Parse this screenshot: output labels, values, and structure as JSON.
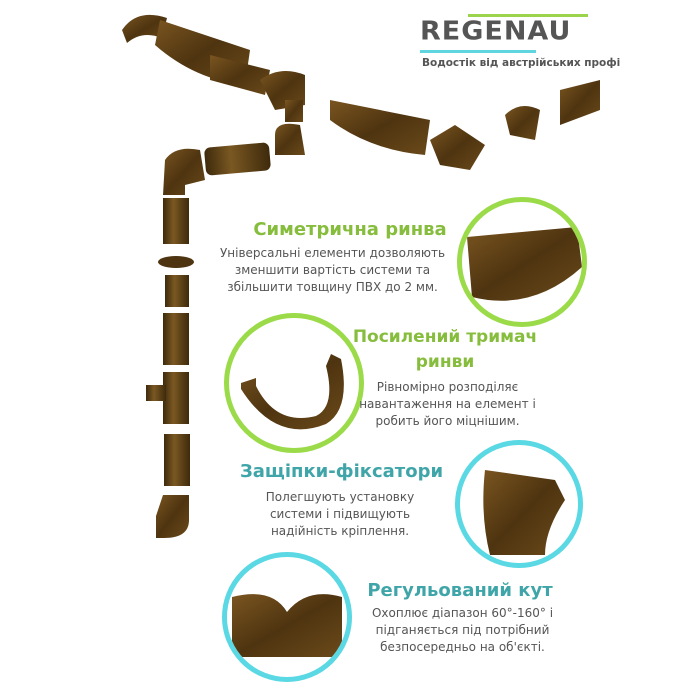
{
  "brand": {
    "logo_text": "REGENAU",
    "tagline": "Водостік від австрійських профі",
    "accent_green": "#9bdb4a",
    "accent_cyan": "#5ad8e3",
    "product_color": "#5a3d14"
  },
  "features": [
    {
      "title": "Симетрична ринва",
      "text": [
        "Універсальні елементи дозволяють",
        "зменшити вартість системи та",
        "збільшити товщину ПВХ до 2 мм."
      ],
      "ring": "green"
    },
    {
      "title": [
        "Посилений тримач",
        "ринви"
      ],
      "text": [
        "Рівномірно розподіляє",
        "навантаження на елемент і",
        "робить його міцнішим."
      ],
      "ring": "green"
    },
    {
      "title": "Защіпки-фіксатори",
      "text": [
        "Полегшують установку",
        "системи і підвищують",
        "надійність кріплення."
      ],
      "ring": "cyan"
    },
    {
      "title": "Регульований кут",
      "text": [
        "Охоплює діапазон 60°-160° і",
        "підганяється під потрібний",
        "безпосередньо на об'єкті."
      ],
      "ring": "cyan"
    }
  ]
}
